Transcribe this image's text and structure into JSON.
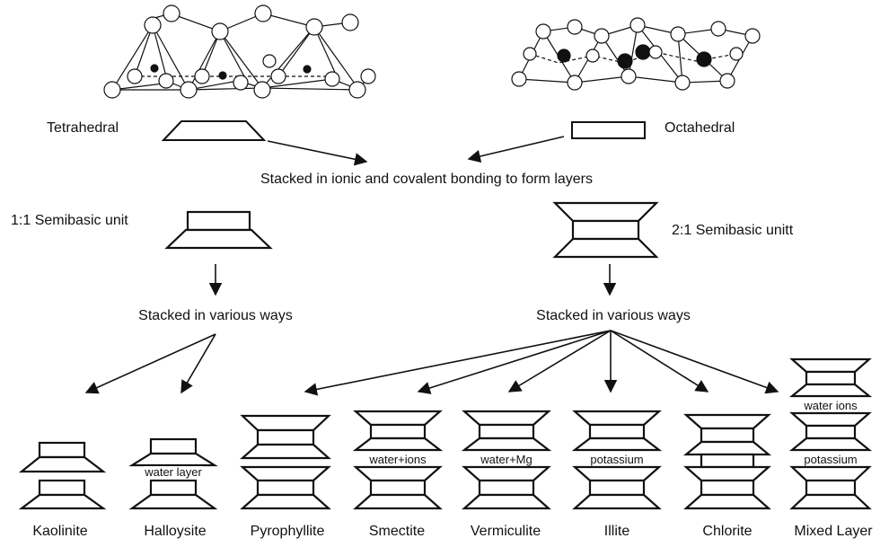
{
  "labels": {
    "tetrahedral": "Tetrahedral",
    "octahedral": "Octahedral",
    "stacked_bonding": "Stacked in ionic and covalent bonding to form layers",
    "unit_11": "1:1 Semibasic unit",
    "unit_21": "2:1 Semibasic unitt",
    "stacked_various_left": "Stacked in various ways",
    "stacked_various_right": "Stacked in various ways"
  },
  "minerals": [
    {
      "name": "Kaolinite",
      "interlayer": ""
    },
    {
      "name": "Halloysite",
      "interlayer": "water layer"
    },
    {
      "name": "Pyrophyllite",
      "interlayer": ""
    },
    {
      "name": "Smectite",
      "interlayer": "water+ions"
    },
    {
      "name": "Vermiculite",
      "interlayer": "water+Mg"
    },
    {
      "name": "Illite",
      "interlayer": "potassium"
    },
    {
      "name": "Chlorite",
      "interlayer": ""
    },
    {
      "name": "Mixed Layer",
      "interlayer": "potassium",
      "interlayer_top": "water ions"
    }
  ]
}
